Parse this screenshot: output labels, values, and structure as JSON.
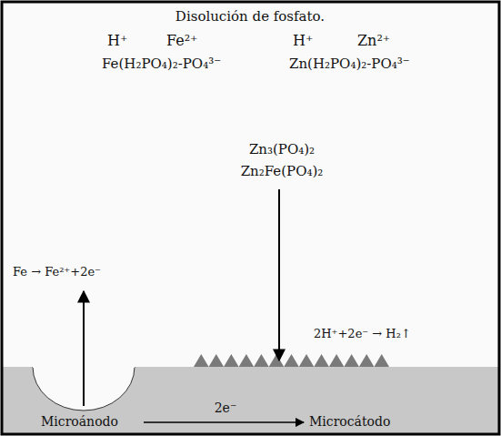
{
  "diagram": {
    "title": "Disolución de fosfato.",
    "labels": [
      "H⁺",
      "Fe²⁺",
      "Fe(H₂PO₄)₂-PO₄³⁻",
      "H⁺",
      "Zn²⁺",
      "Zn(H₂PO₄)₂-PO₄³⁻",
      "Zn₃(PO₄)₂",
      "Zn₂Fe(PO₄)₂",
      "Fe → Fe²⁺+2e⁻",
      "2H⁺+2e⁻ → H₂↑",
      "2e⁻",
      "Microánodo",
      "Microcátodo"
    ]
  }
}
